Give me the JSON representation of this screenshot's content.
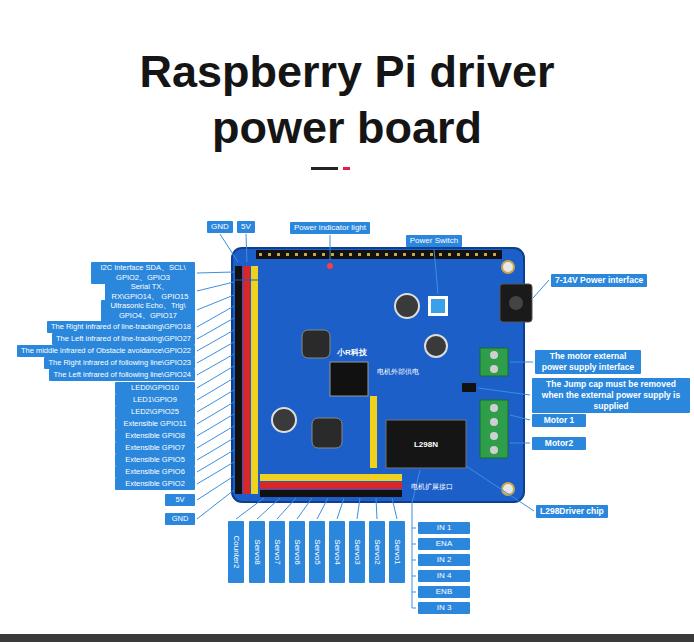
{
  "diagram": {
    "title": "Raspberry Pi driver power board",
    "nodes": [
      {
        "text": [
          "GND"
        ]
      },
      {
        "text": [
          "5V"
        ]
      },
      {
        "text": [
          "Power indicator light"
        ]
      },
      {
        "text": [
          "Power Switch"
        ]
      },
      {
        "text": [
          "I2C Interface SDA、SCL\\ GPIO2、GPIO3"
        ]
      },
      {
        "text": [
          "Serial TX、RX\\GPIO14、 GPIO15"
        ]
      },
      {
        "text": [
          "Ultrasonic Echo、Trig\\ GPIO4、GPIO17"
        ]
      },
      {
        "text": [
          "The Right infrared of line-tracking\\GPIO18"
        ]
      },
      {
        "text": [
          "The Left infrared of line-tracking\\GPIO27"
        ]
      },
      {
        "text": [
          "The middle infrared of Obstacle avoidance\\GPIO22"
        ]
      },
      {
        "text": [
          "The Right infrared of following line\\GPIO23"
        ]
      },
      {
        "text": [
          "The Left infrared of following line\\GPIO24"
        ]
      },
      {
        "text": [
          "LED0\\GPIO10"
        ]
      },
      {
        "text": [
          "LED1\\GPIO9"
        ]
      },
      {
        "text": [
          "LED2\\GPIO25"
        ]
      },
      {
        "text": [
          "Extensible GPIO11"
        ]
      },
      {
        "text": [
          "Extensible GPIO8"
        ]
      },
      {
        "text": [
          "Extensible GPIO7"
        ]
      },
      {
        "text": [
          "Extensible GPIO5"
        ]
      },
      {
        "text": [
          "Extensible GPIO6"
        ]
      },
      {
        "text": [
          "Extensible GPIO2"
        ]
      },
      {
        "text": [
          "5V"
        ]
      },
      {
        "text": [
          "GND"
        ]
      },
      {
        "text": [
          "Counter2"
        ]
      },
      {
        "text": [
          "Servo8"
        ]
      },
      {
        "text": [
          "Servo7"
        ]
      },
      {
        "text": [
          "Servo6"
        ]
      },
      {
        "text": [
          "Servo5"
        ]
      },
      {
        "text": [
          "Servo4"
        ]
      },
      {
        "text": [
          "Servo3"
        ]
      },
      {
        "text": [
          "Servo2"
        ]
      },
      {
        "text": [
          "Servo1"
        ]
      },
      {
        "text": [
          "IN 1"
        ]
      },
      {
        "text": [
          "ENA"
        ]
      },
      {
        "text": [
          "IN 2"
        ]
      },
      {
        "text": [
          "IN 4"
        ]
      },
      {
        "text": [
          "ENB"
        ]
      },
      {
        "text": [
          "IN 3"
        ]
      },
      {
        "text": [
          "7-14V Power interface"
        ]
      },
      {
        "text": [
          "The motor external power supply interface"
        ]
      },
      {
        "text": [
          "The Jump cap must be removed when the external power supply is supplied"
        ]
      },
      {
        "text": [
          "Motor 1"
        ]
      },
      {
        "text": [
          "Motor2"
        ]
      },
      {
        "text": [
          "L298Driver chip"
        ]
      }
    ],
    "labels": [
      "小R科技",
      "L298N",
      "电机外部供电",
      "电机扩展接口"
    ]
  }
}
